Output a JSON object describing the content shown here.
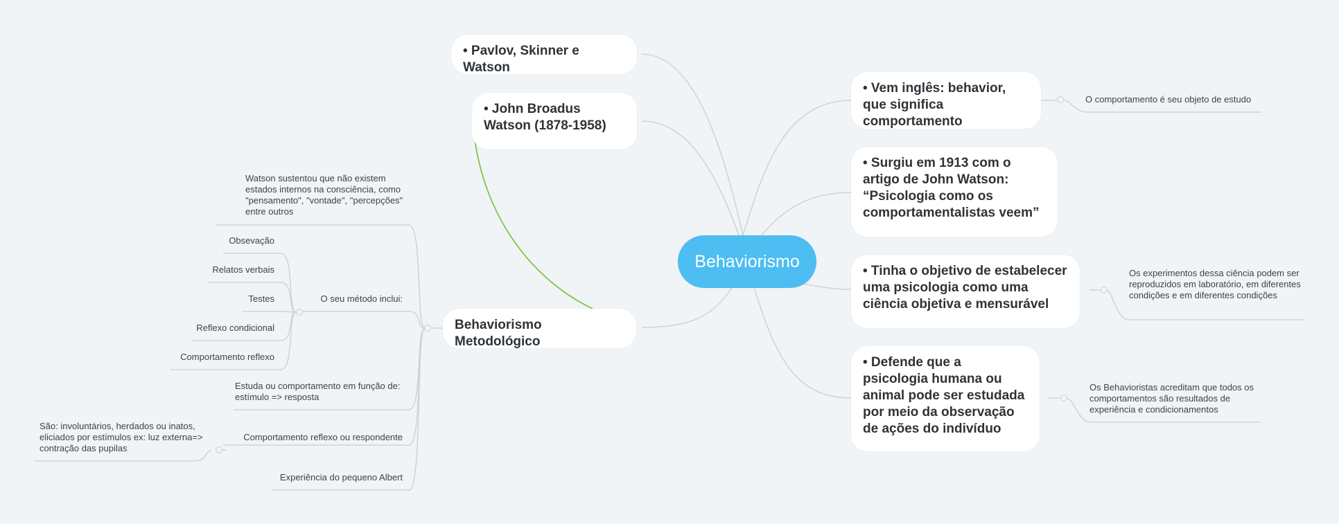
{
  "central": {
    "label": "Behaviorismo"
  },
  "main_nodes": {
    "pavlov": "• Pavlov, Skinner e Watson",
    "watson": "• John Broadus Watson (1878-1958)",
    "metodologico": "Behaviorismo Metodológico",
    "ingles": "• Vem inglês: behavior, que significa comportamento",
    "surgiu": "• Surgiu em 1913 com o artigo de John Watson: “Psicologia como os comportamentalistas veem”",
    "objetivo": "• Tinha o objetivo de estabelecer uma psicologia como uma ciência objetiva e mensurável",
    "defende": "• Defende que a psicologia humana ou animal pode ser estudada por meio da observação de ações do indivíduo"
  },
  "right_leaves": {
    "ingles": "O comportamento é seu objeto de estudo",
    "objetivo": "Os experimentos dessa ciência podem ser reproduzidos em laboratório, em diferentes condições e em diferentes condições",
    "defende": "Os Behavioristas acreditam que todos os comportamentos são resultados de experiência e condicionamentos"
  },
  "left_leaves": {
    "watson_sustentou": "Watson sustentou que não existem estados internos na consciência, como \"pensamento\", \"vontade\", \"percepções\" entre outros",
    "metodo": "O seu método inclui:",
    "metodo_items": [
      "Obsevação",
      "Relatos verbais",
      "Testes",
      "Reflexo condicional",
      "Comportamento reflexo"
    ],
    "estuda": "Estuda ou comportamento em função de: estímulo => resposta",
    "reflexo": "Comportamento reflexo ou respondente",
    "reflexo_detalhe": "São: involuntários, herdados ou inatos, eliciados por estímulos ex: luz externa=> contração das pupilas",
    "albert": "Experiência do pequeno Albert"
  },
  "colors": {
    "background": "#f0f4f7",
    "central": "#4dbdf2",
    "connector": "#cfd4d9",
    "relation": "#7dc742"
  }
}
